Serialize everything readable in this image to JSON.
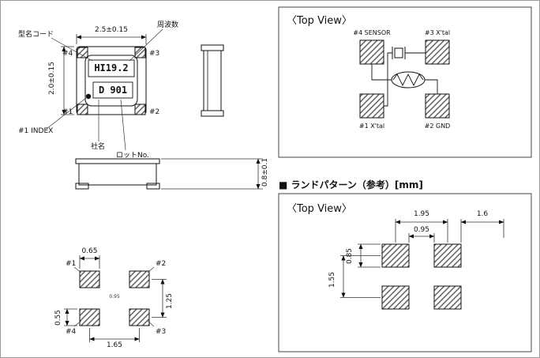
{
  "package_view": {
    "dim_width": "2.5±0.15",
    "dim_height": "2.0±0.15",
    "callout_model_code": "型名コード",
    "callout_frequency": "周波数",
    "callout_index": "#1 INDEX",
    "callout_company": "社名",
    "callout_lot": "ロットNo.",
    "marking_line1": "HI19.2",
    "marking_line2": "D 901",
    "pin_tl": "#4",
    "pin_tr": "#3",
    "pin_bl": "#1",
    "pin_br": "#2"
  },
  "side_view": {
    "dim_thickness": "0.8±0.1"
  },
  "bottom_view": {
    "pin_tl": "#1",
    "pin_tr": "#2",
    "pin_bl": "#4",
    "pin_br": "#3",
    "dim_pad_width": "0.65",
    "dim_pad_height": "0.55",
    "dim_pitch_x": "1.65",
    "dim_pitch_y": "1.25",
    "center_note": "0.95"
  },
  "circuit_view": {
    "title": "〈Top View〉",
    "pad_tl": "#4 SENSOR",
    "pad_tr": "#3 X'tal",
    "pad_bl": "#1 X'tal",
    "pad_br": "#2 GND"
  },
  "land_pattern": {
    "header": "■ ランドパターン（参考）[mm]",
    "title": "〈Top View〉",
    "dim_pitch_x": "1.95",
    "dim_right": "1.6",
    "dim_inner_x": "0.95",
    "dim_pad_height": "0.85",
    "dim_pitch_y": "1.55"
  }
}
